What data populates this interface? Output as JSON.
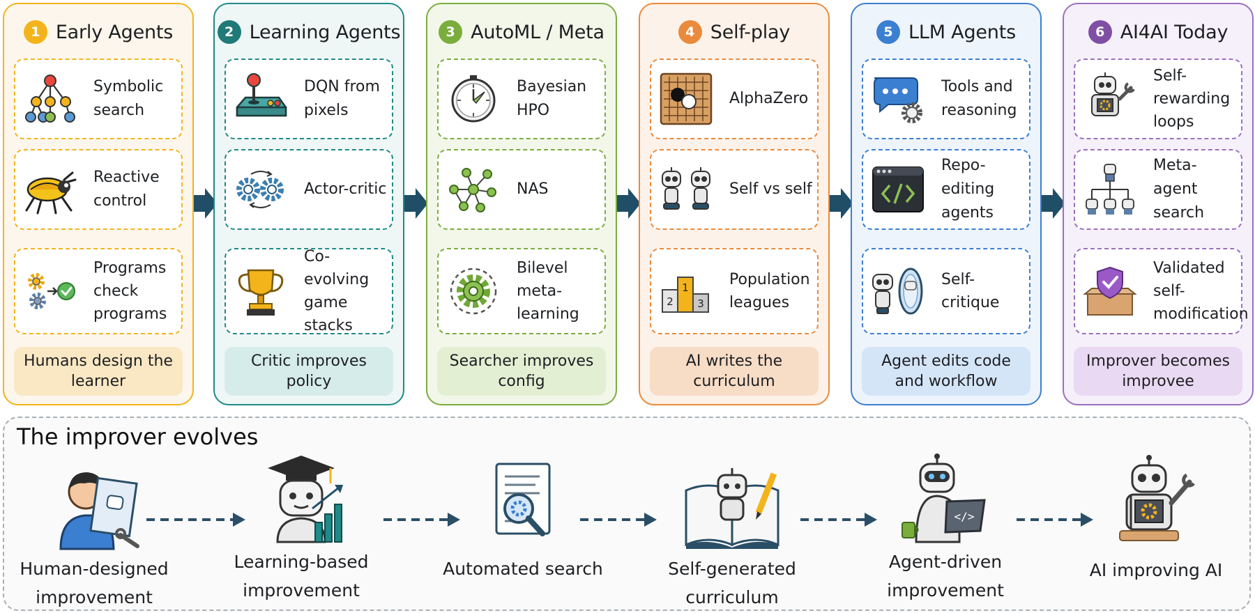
{
  "colors": {
    "yellow": "#f3b41b",
    "teal": "#1f7a78",
    "green": "#7bad3d",
    "orange": "#ea8a3c",
    "blue": "#3b7fd1",
    "purple": "#7f4fa4",
    "arrow": "#2a4e66"
  },
  "phases": [
    {
      "number": "1",
      "title": "Early Agents",
      "cards": [
        {
          "label": "Symbolic search",
          "icon": "tree-graph-icon"
        },
        {
          "label": "Reactive control",
          "icon": "robot-bug-icon"
        },
        {
          "label": "Programs check programs",
          "icon": "gears-check-icon"
        }
      ],
      "summary": "Humans design the learner"
    },
    {
      "number": "2",
      "title": "Learning Agents",
      "cards": [
        {
          "label": "DQN from pixels",
          "icon": "joystick-icon"
        },
        {
          "label": "Actor-critic",
          "icon": "gears-cycle-icon"
        },
        {
          "label": "Co-evolving game stacks",
          "icon": "trophy-icon"
        }
      ],
      "summary": "Critic improves policy"
    },
    {
      "number": "3",
      "title": "AutoML / Meta",
      "cards": [
        {
          "label": "Bayesian HPO",
          "icon": "stopwatch-icon"
        },
        {
          "label": "NAS",
          "icon": "network-graph-icon"
        },
        {
          "label": "Bilevel meta-learning",
          "icon": "gear-loop-icon"
        }
      ],
      "summary": "Searcher improves config"
    },
    {
      "number": "4",
      "title": "Self-play",
      "cards": [
        {
          "label": "AlphaZero",
          "icon": "go-board-icon"
        },
        {
          "label": "Self vs self",
          "icon": "twin-robots-icon"
        },
        {
          "label": "Population leagues",
          "icon": "podium-icon"
        }
      ],
      "summary": "AI writes the curriculum"
    },
    {
      "number": "5",
      "title": "LLM Agents",
      "cards": [
        {
          "label": "Tools and reasoning",
          "icon": "chat-gear-icon"
        },
        {
          "label": "Repo-editing agents",
          "icon": "code-window-icon"
        },
        {
          "label": "Self-critique",
          "icon": "robot-mirror-icon"
        }
      ],
      "summary": "Agent edits code and workflow"
    },
    {
      "number": "6",
      "title": "AI4AI Today",
      "cards": [
        {
          "label": "Self-rewarding loops",
          "icon": "robot-wrench-icon"
        },
        {
          "label": "Meta-agent search",
          "icon": "robot-hierarchy-icon"
        },
        {
          "label": "Validated self-modification",
          "icon": "shield-box-icon"
        }
      ],
      "summary": "Improver becomes improvee"
    }
  ],
  "evolution": {
    "title": "The improver evolves",
    "stages": [
      {
        "label": "Human-designed improvement",
        "icon": "human-blueprint-icon"
      },
      {
        "label": "Learning-based improvement",
        "icon": "graduate-robot-icon"
      },
      {
        "label": "Automated search",
        "icon": "document-search-icon"
      },
      {
        "label": "Self-generated curriculum",
        "icon": "robot-book-icon"
      },
      {
        "label": "Agent-driven improvement",
        "icon": "robot-laptop-icon"
      },
      {
        "label": "AI improving AI",
        "icon": "robot-self-repair-icon"
      }
    ]
  }
}
